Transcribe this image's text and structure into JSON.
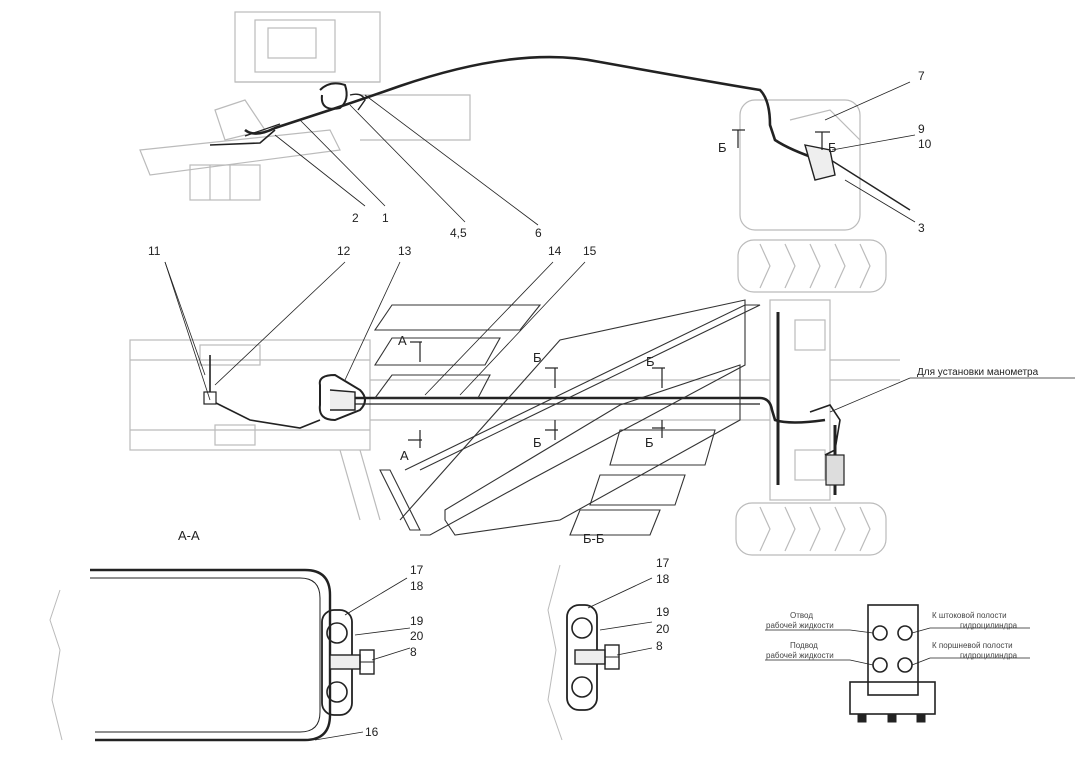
{
  "callouts": {
    "c1": "1",
    "c2": "2",
    "c3": "3",
    "c45": "4,5",
    "c6": "6",
    "c7": "7",
    "c9": "9",
    "c10": "10",
    "c11": "11",
    "c12": "12",
    "c13": "13",
    "c14": "14",
    "c15": "15",
    "c16": "16",
    "c17": "17",
    "c18": "18",
    "c19": "19",
    "c20": "20",
    "c8": "8",
    "c17b": "17",
    "c18b": "18",
    "c19b": "19",
    "c20b": "20",
    "c8b": "8"
  },
  "sections": {
    "a": "А",
    "b": "Б",
    "aa_title": "А-А",
    "bb_title": "Б-Б"
  },
  "manometer_note": "Для установки манометра",
  "valve_labels": {
    "drain": "Отвод рабочей жидкости",
    "supply": "Подвод рабочей жидкости",
    "rod_cavity": "К штоковой полости гидроцилиндра",
    "piston_cavity": "К поршневой полости гидроцилиндра"
  }
}
